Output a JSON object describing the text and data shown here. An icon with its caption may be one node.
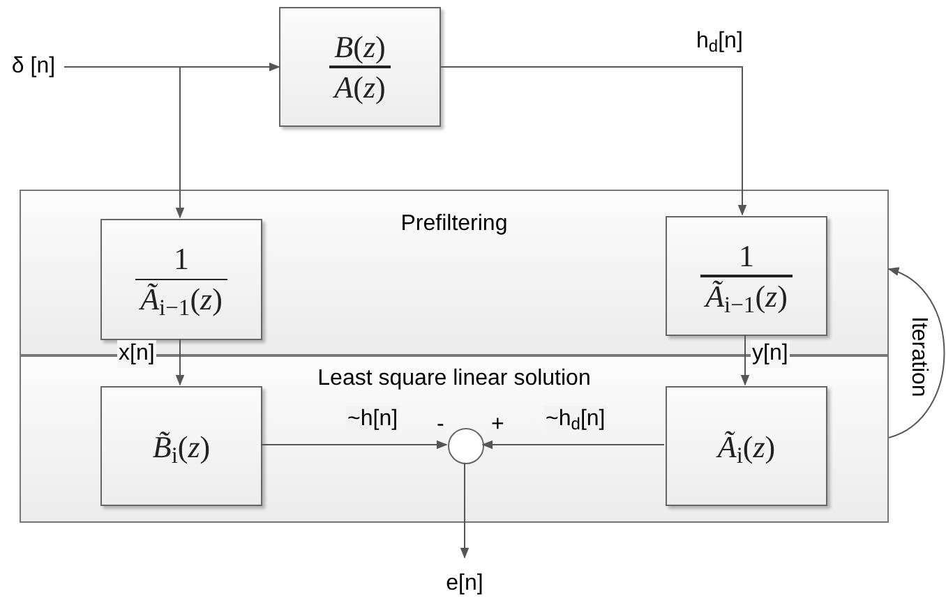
{
  "diagram": {
    "nodes": [
      {
        "text": [
          "δ [n]"
        ]
      },
      {
        "text": [
          "*B*(*z*)",
          "*A*(*z*)"
        ]
      },
      {
        "text": [
          "Prefiltering"
        ]
      },
      {
        "text": [
          "1",
          "*Ã*$_{i−1}$(*z*)"
        ],
        "in": 2
      },
      {
        "text": [
          "1",
          "*Ã*$_{i−1}$(*z*)"
        ],
        "in": 2
      },
      {
        "text": [
          "Least square linear solution"
        ]
      },
      {
        "text": [
          "*B̃*$_{i}$(*z*)"
        ],
        "in": 5
      },
      {
        "text": [],
        "shape": "circle",
        "in": 5
      },
      {
        "text": [
          "*Ã*$_{i}$(*z*)"
        ],
        "in": 5
      },
      {
        "text": [
          "e[n]"
        ]
      }
    ],
    "edges": [
      {
        "from": 0,
        "to": 1,
        "arrow": "to"
      },
      {
        "from": 1,
        "to": 4,
        "arrow": "to",
        "label": "h$_{d}$[n]"
      },
      {
        "from": 0,
        "to": 3,
        "arrow": "to"
      },
      {
        "from": 3,
        "to": 6,
        "arrow": "to",
        "label": "x[n]"
      },
      {
        "from": 4,
        "to": 8,
        "arrow": "to",
        "label": "y[n]"
      },
      {
        "from": 6,
        "to": 7,
        "arrow": "to",
        "label": "~h[n]"
      },
      {
        "from": 8,
        "to": 7,
        "arrow": "to",
        "label": "~h$_{d}$[n]"
      },
      {
        "from": 7,
        "to": 9,
        "arrow": "to"
      },
      {
        "from": 5,
        "to": 2,
        "arrow": "to",
        "label": "Iteration"
      }
    ],
    "labels": [
      "-",
      "+"
    ]
  }
}
